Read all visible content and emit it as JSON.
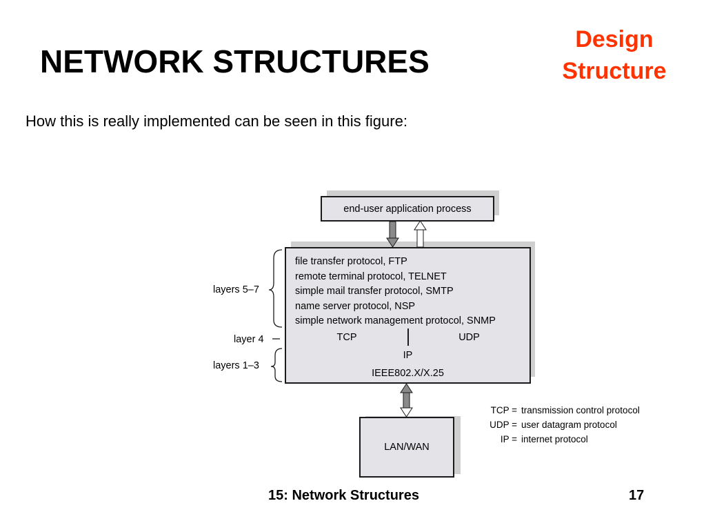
{
  "slide": {
    "title": "NETWORK STRUCTURES",
    "section_line1": "Design",
    "section_line2": "Structure",
    "subtitle": "How this is really implemented can be seen in this figure:",
    "footer_title": "15: Network Structures",
    "page_number": "17"
  },
  "diagram": {
    "app_box": "end-user application process",
    "protocols": [
      "file transfer protocol, FTP",
      "remote terminal protocol, TELNET",
      "simple mail transfer protocol, SMTP",
      "name server protocol, NSP",
      "simple network management protocol, SNMP"
    ],
    "tcp": "TCP",
    "udp": "UDP",
    "ip": "IP",
    "ieee": "IEEE802.X/X.25",
    "lanwan": "LAN/WAN",
    "layers_5_7": "layers 5–7",
    "layer_4": "layer 4",
    "layers_1_3": "layers 1–3",
    "legend": [
      {
        "abbr": "TCP =",
        "meaning": "transmission control protocol"
      },
      {
        "abbr": "UDP =",
        "meaning": "user datagram protocol"
      },
      {
        "abbr": "IP =",
        "meaning": "internet protocol"
      }
    ],
    "colors": {
      "box_fill": "#e3e3e8",
      "shadow": "#cfcfcf",
      "section_title": "#ff3300"
    }
  }
}
